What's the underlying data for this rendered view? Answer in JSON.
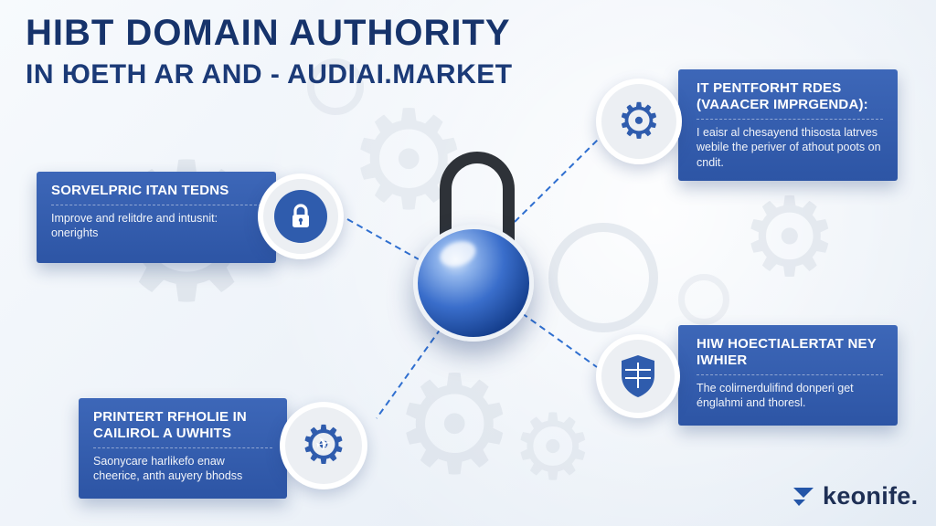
{
  "title": {
    "line1": "HIBT DOMAIN AUTHORITY",
    "line2": "IN ЮETH AR AND - AUDIAI.MARKET"
  },
  "callouts": [
    {
      "heading": "SORVELPRIC ITAN TEDNS",
      "body": "Improve and relitdre and intusnit: onerights",
      "icon": "lock-icon"
    },
    {
      "heading": "IT PENTFORHT RDES (VAAACER IMPRGENDA):",
      "body": "I eaisr al chesayend thisosta latrves webile the periver of athout poots on cndit.",
      "icon": "gear-icon"
    },
    {
      "heading": "HIW HOECTIALERTAT NEY IWHIER",
      "body": "The colirnerdulifind donperi get énglahmi and thoresl.",
      "icon": "shield-icon"
    },
    {
      "heading": "PRINTERT RFHOLIE IN CAILIROL A UWHITS",
      "body": "Saonycare harlikefo enaw cheerice, anth auyery bhodss",
      "icon": "gear-plane-icon"
    }
  ],
  "logo": {
    "text": "keonife."
  },
  "glyphs": {
    "gear": "⚙",
    "plane": "✈"
  },
  "colors": {
    "title_navy": "#16336b",
    "box_blue": "#2f5cad",
    "accent_blue": "#2f6fd0",
    "sphere_blue": "#1d4fae",
    "shackle_dark": "#2e3238"
  }
}
